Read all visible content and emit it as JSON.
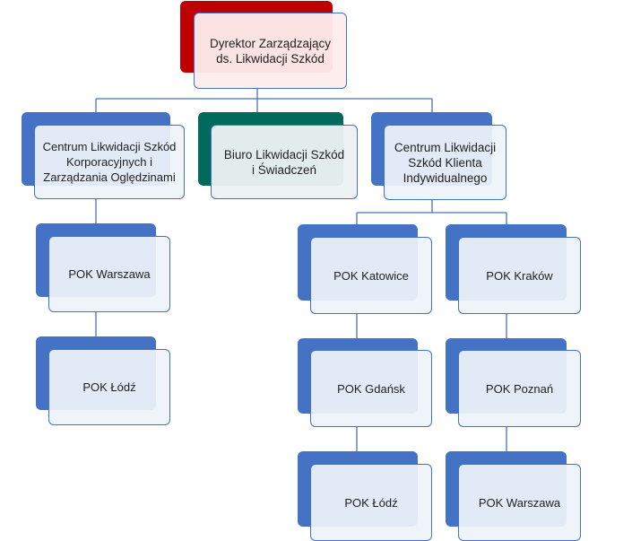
{
  "colors": {
    "accent": "#4472c4",
    "top": "#c00000",
    "office": "#006b5c"
  },
  "top": {
    "label": "Dyrektor Zarządzający\nds. Likwidacji Szkód"
  },
  "level2": [
    {
      "label": "Centrum Likwidacji Szkód\nKorporacyjnych i\nZarządzania Oględzinami"
    },
    {
      "label": "Biuro Likwidacji Szkód\ni Świadczeń"
    },
    {
      "label": "Centrum Likwidacji\nSzkód Klienta\nIndywidualnego"
    }
  ],
  "left_branch": [
    {
      "label": "POK Warszawa"
    },
    {
      "label": "POK Łódź"
    }
  ],
  "right_col1": [
    {
      "label": "POK Katowice"
    },
    {
      "label": "POK Gdańsk"
    },
    {
      "label": "POK Łódź"
    }
  ],
  "right_col2": [
    {
      "label": "POK Kraków"
    },
    {
      "label": "POK Poznań"
    },
    {
      "label": "POK Warszawa"
    }
  ]
}
